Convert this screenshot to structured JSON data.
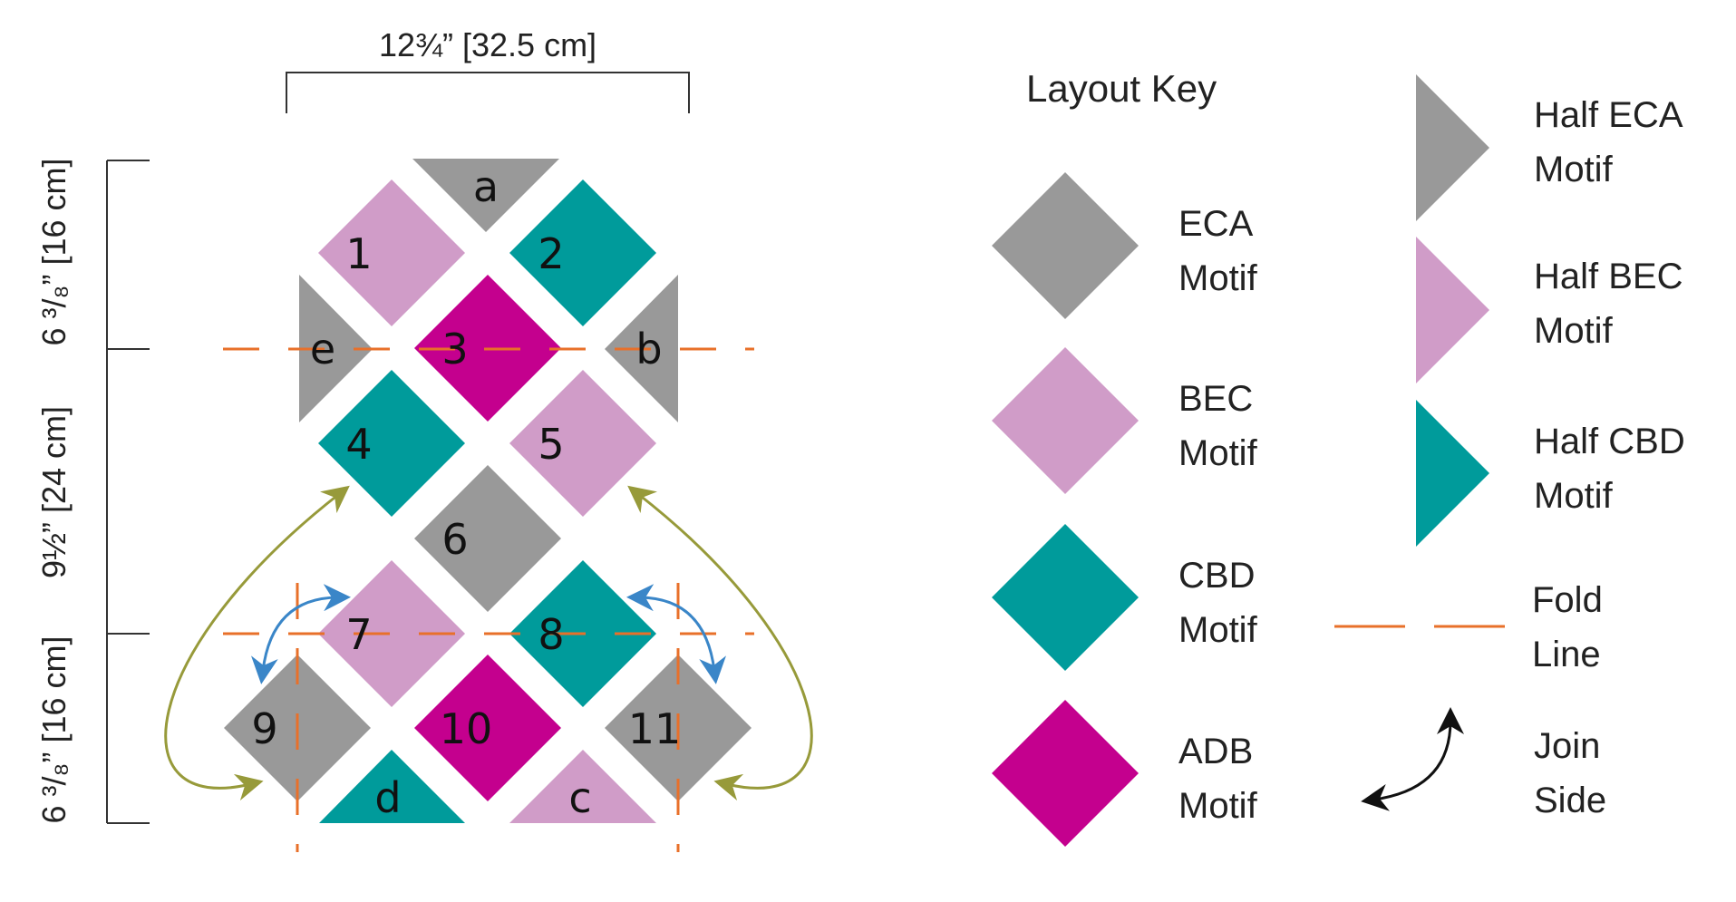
{
  "dimensions": {
    "width": "12¾” [32.5 cm]",
    "height_top": "6 ³/₈” [16 cm]",
    "height_middle": "9½” [24 cm]",
    "height_bottom": "6 ³/₈” [16 cm]"
  },
  "motifs": {
    "a": "a",
    "b": "b",
    "c": "c",
    "d": "d",
    "e": "e",
    "m1": "1",
    "m2": "2",
    "m3": "3",
    "m4": "4",
    "m5": "5",
    "m6": "6",
    "m7": "7",
    "m8": "8",
    "m9": "9",
    "m10": "10",
    "m11": "11"
  },
  "layout_key": {
    "title": "Layout Key",
    "eca": [
      "ECA",
      "Motif"
    ],
    "bec": [
      "BEC",
      "Motif"
    ],
    "cbd": [
      "CBD",
      "Motif"
    ],
    "adb": [
      "ADB",
      "Motif"
    ],
    "half_eca": [
      "Half ECA",
      "Motif"
    ],
    "half_bec": [
      "Half BEC",
      "Motif"
    ],
    "half_cbd": [
      "Half CBD",
      "Motif"
    ],
    "fold": [
      "Fold",
      "Line"
    ],
    "join": [
      "Join",
      "Side"
    ]
  },
  "colors": {
    "eca_gray": "#999999",
    "bec_pink": "#d09cc8",
    "cbd_teal": "#009b9b",
    "adb_magenta": "#c4008e",
    "fold_orange": "#e8702a",
    "join_blue": "#3a86c8",
    "join_olive": "#979a3a"
  }
}
